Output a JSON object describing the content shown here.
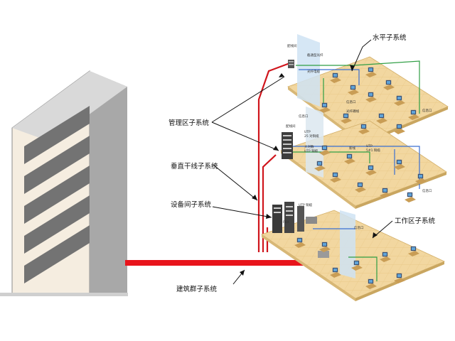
{
  "labels": {
    "horizontal": "水平子系统",
    "admin": "管理区子系统",
    "backbone": "垂直干线子系统",
    "equipment": "设备间子系统",
    "work_area": "工作区子系统",
    "campus": "建筑群子系统"
  },
  "floor_text": {
    "top_room": "配线间",
    "top_cable1": "截通型光纤",
    "top_cable2": "光纤电缆",
    "top_outlet1": "信息口",
    "top_fiber": "光纤耦线",
    "top_outlet2": "信息口",
    "mid_utp1": "UTP",
    "mid_utp1b": "25 对铜缆",
    "mid_pair": "大对数",
    "mid_utp2": "UTP 铜缆",
    "mid_fiber": "新线",
    "mid_utp3": "UTP",
    "mid_utp3b": "5#1 铜缆",
    "mid_outlet": "信息口",
    "mid_outlet2": "信息口",
    "low_utp": "UTP 铜缆",
    "low_pbx": "PBX",
    "low_outlet": "信息口"
  },
  "colors": {
    "campus_link": "#e8141b",
    "riser_red": "#d0151c",
    "building_front": "#f4ecdc",
    "building_side": "#a9a9a9",
    "floor_plate": "#f3d9a2",
    "cable_green": "#2f9e44",
    "cable_blue": "#3a6fd1"
  }
}
